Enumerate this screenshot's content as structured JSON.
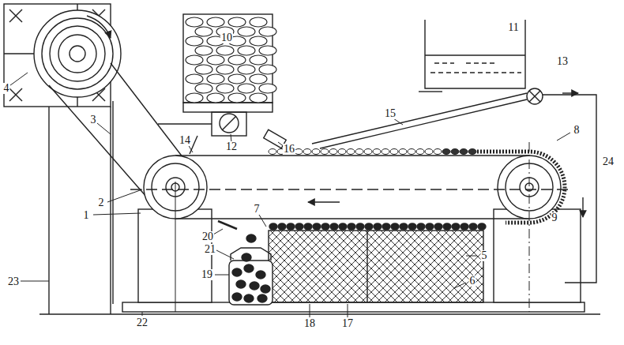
{
  "diagram": {
    "labels": [
      "4",
      "10",
      "11",
      "13",
      "3",
      "14",
      "12",
      "16",
      "15",
      "8",
      "2",
      "1",
      "7",
      "24",
      "20",
      "9",
      "21",
      "19",
      "5",
      "23",
      "6",
      "22",
      "18",
      "17"
    ]
  }
}
